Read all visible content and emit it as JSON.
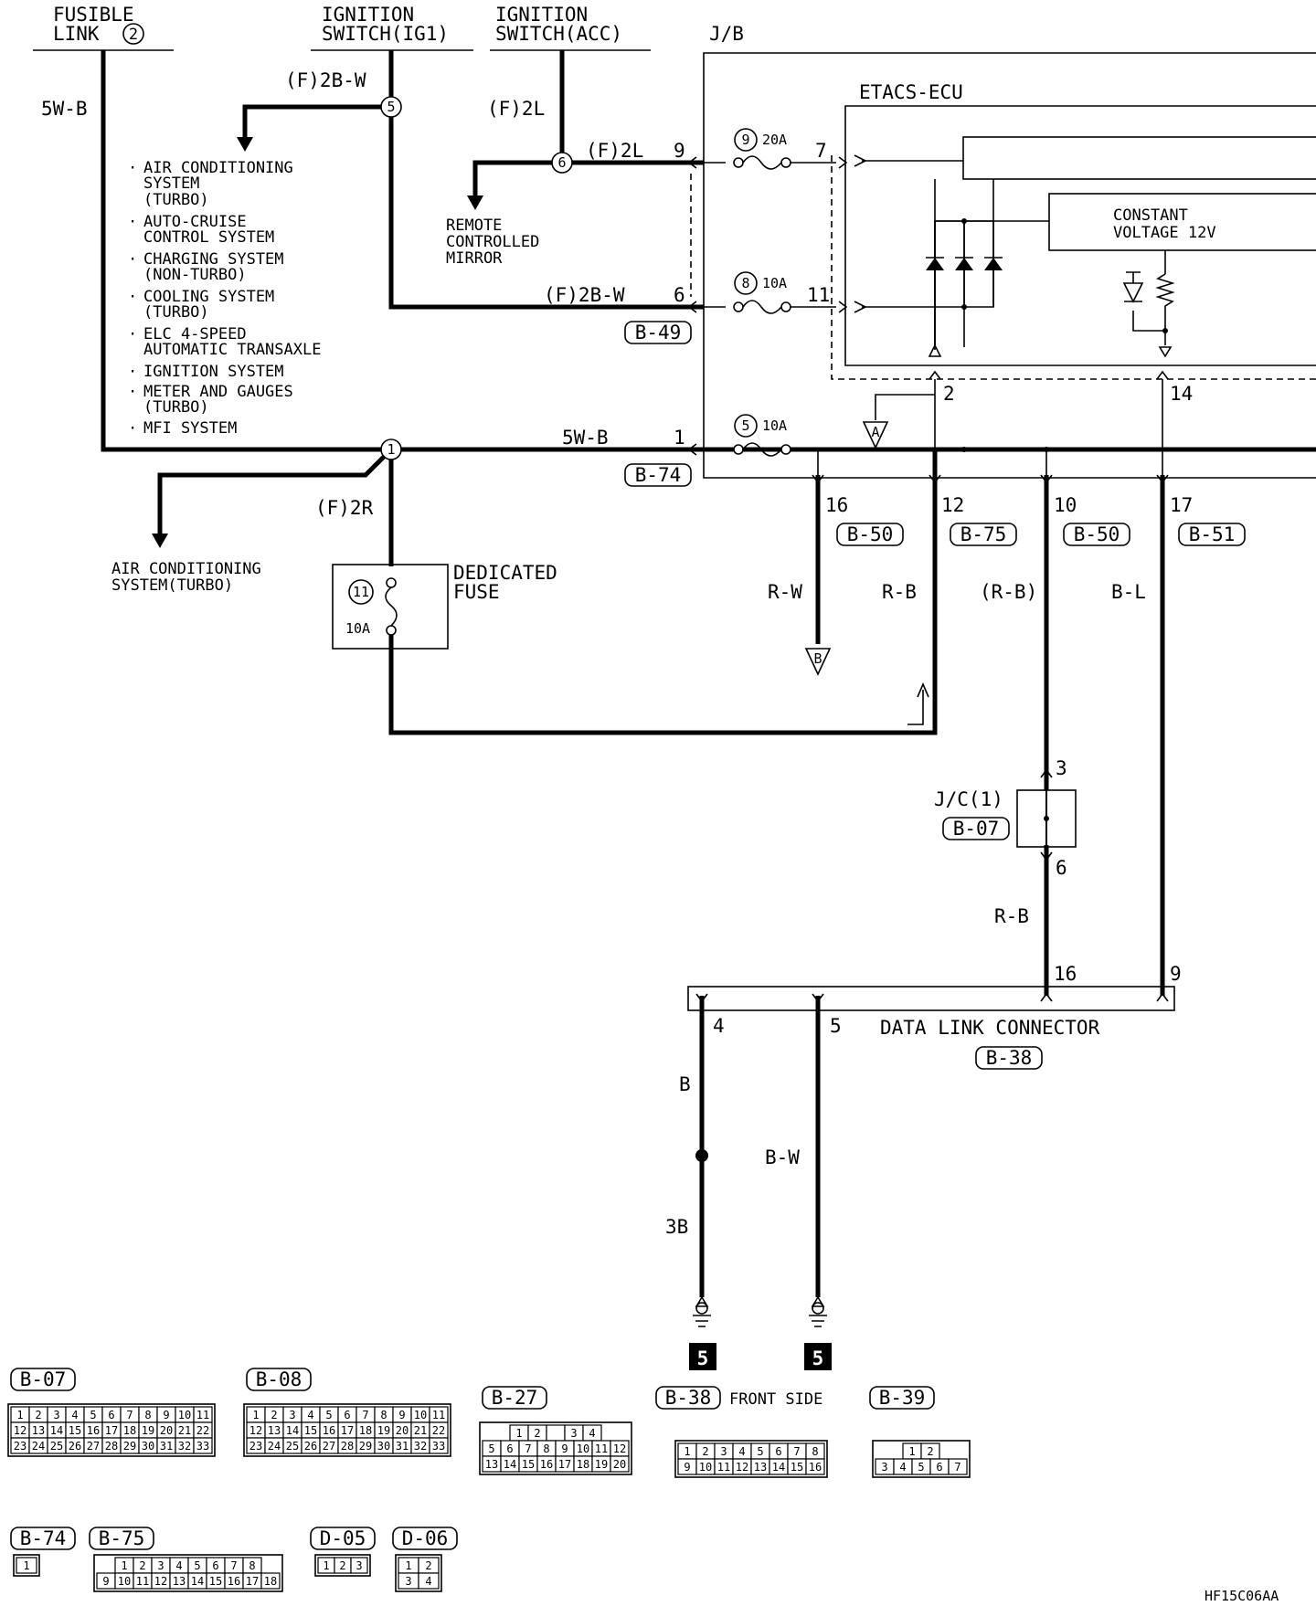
{
  "sources": {
    "fusible_link": [
      "FUSIBLE",
      "LINK"
    ],
    "fusible_link_number": "2",
    "ign_ig1": [
      "IGNITION",
      "SWITCH(IG1)"
    ],
    "ign_acc": [
      "IGNITION",
      "SWITCH(ACC)"
    ],
    "jb": "J/B",
    "etacs": "ETACS-ECU",
    "constant_voltage": [
      "CONSTANT",
      "VOLTAGE 12V"
    ]
  },
  "wires": {
    "w_5wb": "5W-B",
    "w_f2bw": "(F)2B-W",
    "w_f2l": "(F)2L",
    "w_f2l_b": "(F)2L",
    "w_f2bw_b": "(F)2B-W",
    "w_5wb_b": "5W-B",
    "w_f2r": "(F)2R",
    "w_rw": "R-W",
    "w_rb": "R-B",
    "w_rb_p": "(R-B)",
    "w_bl": "B-L",
    "w_rb2": "R-B",
    "w_b": "B",
    "w_bw": "B-W",
    "w_3b": "3B"
  },
  "splices": {
    "s5": "5",
    "s6": "6",
    "s1": "1"
  },
  "systems": [
    [
      "AIR CONDITIONING",
      "SYSTEM",
      "(TURBO)"
    ],
    [
      "AUTO-CRUISE",
      "CONTROL SYSTEM"
    ],
    [
      "CHARGING SYSTEM",
      "(NON-TURBO)"
    ],
    [
      "COOLING SYSTEM",
      "(TURBO)"
    ],
    [
      "ELC 4-SPEED",
      "AUTOMATIC TRANSAXLE"
    ],
    [
      "IGNITION SYSTEM"
    ],
    [
      "METER AND GAUGES",
      "(TURBO)"
    ],
    [
      "MFI SYSTEM"
    ]
  ],
  "labels": {
    "remote_mirror": [
      "REMOTE",
      "CONTROLLED",
      "MIRROR"
    ],
    "ac_turbo": [
      "AIR CONDITIONING",
      "SYSTEM(TURBO)"
    ],
    "dedicated_fuse": [
      "DEDICATED",
      "FUSE"
    ],
    "dlc": "DATA LINK CONNECTOR",
    "jc": "J/C(1)",
    "figure_id": "HF15C06AA"
  },
  "fuses": [
    {
      "num": "9",
      "rating": "20A"
    },
    {
      "num": "8",
      "rating": "10A"
    },
    {
      "num": "5",
      "rating": "10A"
    },
    {
      "num": "11",
      "rating": "10A"
    }
  ],
  "pins": {
    "p9": "9",
    "p7": "7",
    "p6": "6",
    "p11": "11",
    "p1": "1",
    "p2": "2",
    "p14": "14",
    "p16": "16",
    "p12": "12",
    "p10": "10",
    "p17": "17",
    "jc3": "3",
    "jc6": "6",
    "d16": "16",
    "d9": "9",
    "d4": "4",
    "d5": "5"
  },
  "connector_refs": {
    "b49": "B-49",
    "b74": "B-74",
    "b50a": "B-50",
    "b75": "B-75",
    "b50b": "B-50",
    "b51": "B-51",
    "b07": "B-07",
    "b38": "B-38"
  },
  "ground": {
    "g1": "5",
    "g2": "5",
    "arrow_a": "A",
    "arrow_b": "B"
  },
  "connectors": {
    "b07": {
      "name": "B-07",
      "rows": [
        [
          "1",
          "2",
          "3",
          "4",
          "5",
          "6",
          "7",
          "8",
          "9",
          "10",
          "11"
        ],
        [
          "12",
          "13",
          "14",
          "15",
          "16",
          "17",
          "18",
          "19",
          "20",
          "21",
          "22"
        ],
        [
          "23",
          "24",
          "25",
          "26",
          "27",
          "28",
          "29",
          "30",
          "31",
          "32",
          "33"
        ]
      ]
    },
    "b08": {
      "name": "B-08",
      "rows": [
        [
          "1",
          "2",
          "3",
          "4",
          "5",
          "6",
          "7",
          "8",
          "9",
          "10",
          "11"
        ],
        [
          "12",
          "13",
          "14",
          "15",
          "16",
          "17",
          "18",
          "19",
          "20",
          "21",
          "22"
        ],
        [
          "23",
          "24",
          "25",
          "26",
          "27",
          "28",
          "29",
          "30",
          "31",
          "32",
          "33"
        ]
      ]
    },
    "b27": {
      "name": "B-27",
      "rows": [
        [
          "1",
          "2",
          "",
          "3",
          "4"
        ],
        [
          "5",
          "6",
          "7",
          "8",
          "9",
          "10",
          "11",
          "12"
        ],
        [
          "13",
          "14",
          "15",
          "16",
          "17",
          "18",
          "19",
          "20"
        ]
      ]
    },
    "b38": {
      "name": "B-38",
      "caption": "FRONT SIDE",
      "rows": [
        [
          "1",
          "2",
          "3",
          "4",
          "5",
          "6",
          "7",
          "8"
        ],
        [
          "9",
          "10",
          "11",
          "12",
          "13",
          "14",
          "15",
          "16"
        ]
      ]
    },
    "b39": {
      "name": "B-39",
      "rows": [
        [
          "1",
          "2"
        ],
        [
          "3",
          "4",
          "5",
          "6",
          "7"
        ]
      ]
    },
    "b74": {
      "name": "B-74",
      "rows": [
        [
          "1"
        ]
      ]
    },
    "b75": {
      "name": "B-75",
      "rows": [
        [
          "1",
          "2",
          "3",
          "4",
          "5",
          "6",
          "7",
          "8"
        ],
        [
          "9",
          "10",
          "11",
          "12",
          "13",
          "14",
          "15",
          "16",
          "17",
          "18"
        ]
      ]
    },
    "d05": {
      "name": "D-05",
      "rows": [
        [
          "1",
          "2",
          "3"
        ]
      ]
    },
    "d06": {
      "name": "D-06",
      "rows": [
        [
          "1",
          "2"
        ],
        [
          "3",
          "4"
        ]
      ]
    }
  }
}
